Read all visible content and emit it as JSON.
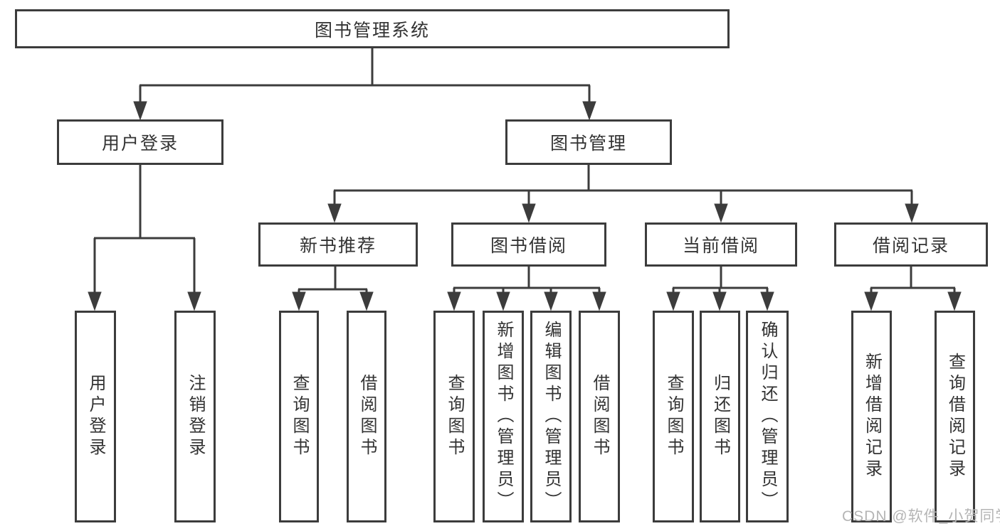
{
  "tree": {
    "root": {
      "label": "图书管理系统"
    },
    "branches": [
      {
        "label": "用户登录",
        "children": [
          {
            "label": "用户登录"
          },
          {
            "label": "注销登录"
          }
        ]
      },
      {
        "label": "图书管理",
        "children": [
          {
            "label": "新书推荐",
            "children": [
              {
                "label": "查询图书"
              },
              {
                "label": "借阅图书"
              }
            ]
          },
          {
            "label": "图书借阅",
            "children": [
              {
                "label": "查询图书"
              },
              {
                "label": "新增图书（管理员）"
              },
              {
                "label": "编辑图书（管理员）"
              },
              {
                "label": "借阅图书"
              }
            ]
          },
          {
            "label": "当前借阅",
            "children": [
              {
                "label": "查询图书"
              },
              {
                "label": "归还图书"
              },
              {
                "label": "确认归还（管理员）"
              }
            ]
          },
          {
            "label": "借阅记录",
            "children": [
              {
                "label": "新增借阅记录"
              },
              {
                "label": "查询借阅记录"
              }
            ]
          }
        ]
      }
    ]
  },
  "watermark": {
    "text": "CSDN @软件_小贺同学"
  },
  "colors": {
    "line": "#3c3c3c",
    "text": "#333333",
    "background": "#ffffff",
    "watermark": "#b5b5b5"
  }
}
